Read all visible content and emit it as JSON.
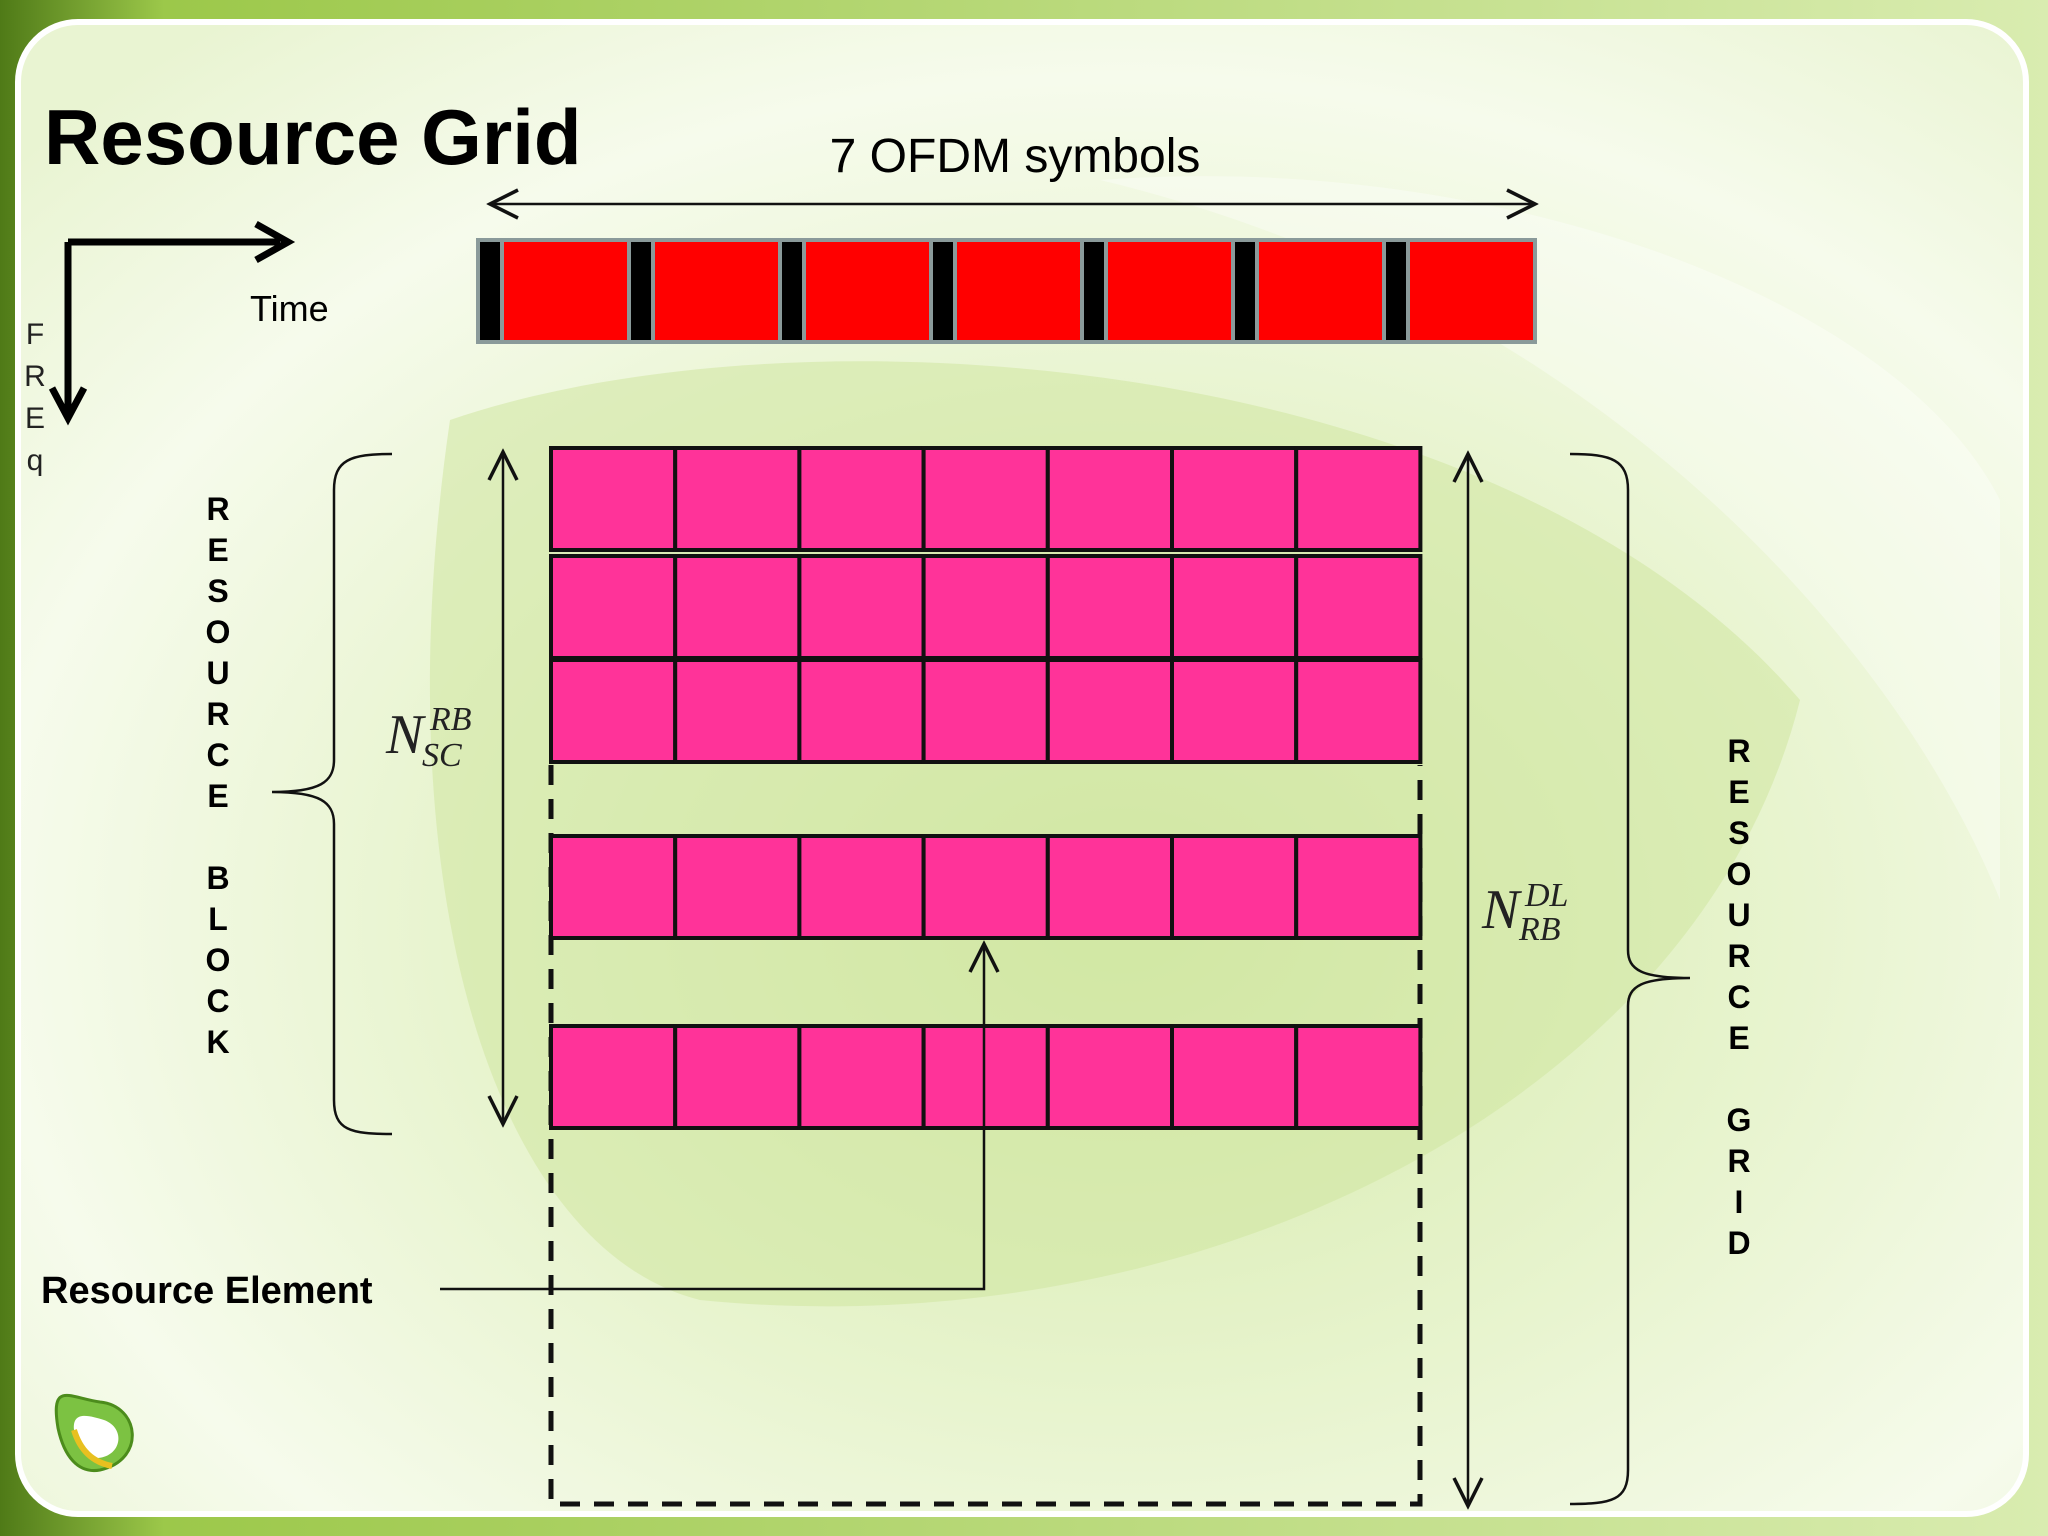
{
  "title": "Resource Grid",
  "symbols_label": "7 OFDM symbols",
  "time_label": "Time",
  "freq_letters": [
    "F",
    "R",
    "E",
    "q"
  ],
  "resource_block_letters": [
    "R",
    "E",
    "S",
    "O",
    "U",
    "R",
    "C",
    "E",
    "",
    "B",
    "L",
    "O",
    "C",
    "K"
  ],
  "resource_grid_letters": [
    "R",
    "E",
    "S",
    "O",
    "U",
    "R",
    "C",
    "E",
    "",
    "G",
    "R",
    "I",
    "D"
  ],
  "nsc": {
    "base": "N",
    "sup": "RB",
    "sub": "SC"
  },
  "nrb": {
    "base": "N",
    "sup": "DL",
    "sub": "RB"
  },
  "resource_element_label": "Resource Element",
  "colors": {
    "symbol_fill": "#ff0000",
    "cyclic_prefix": "#000000",
    "symbol_border": "#8a9a9a",
    "re_fill": "#ff3399",
    "re_border": "#111111",
    "bg_green": "#8fbf2a",
    "bg_light": "#f2f8e4"
  },
  "icons": [
    "time-arrow-icon",
    "freq-arrow-icon",
    "logo-icon"
  ]
}
